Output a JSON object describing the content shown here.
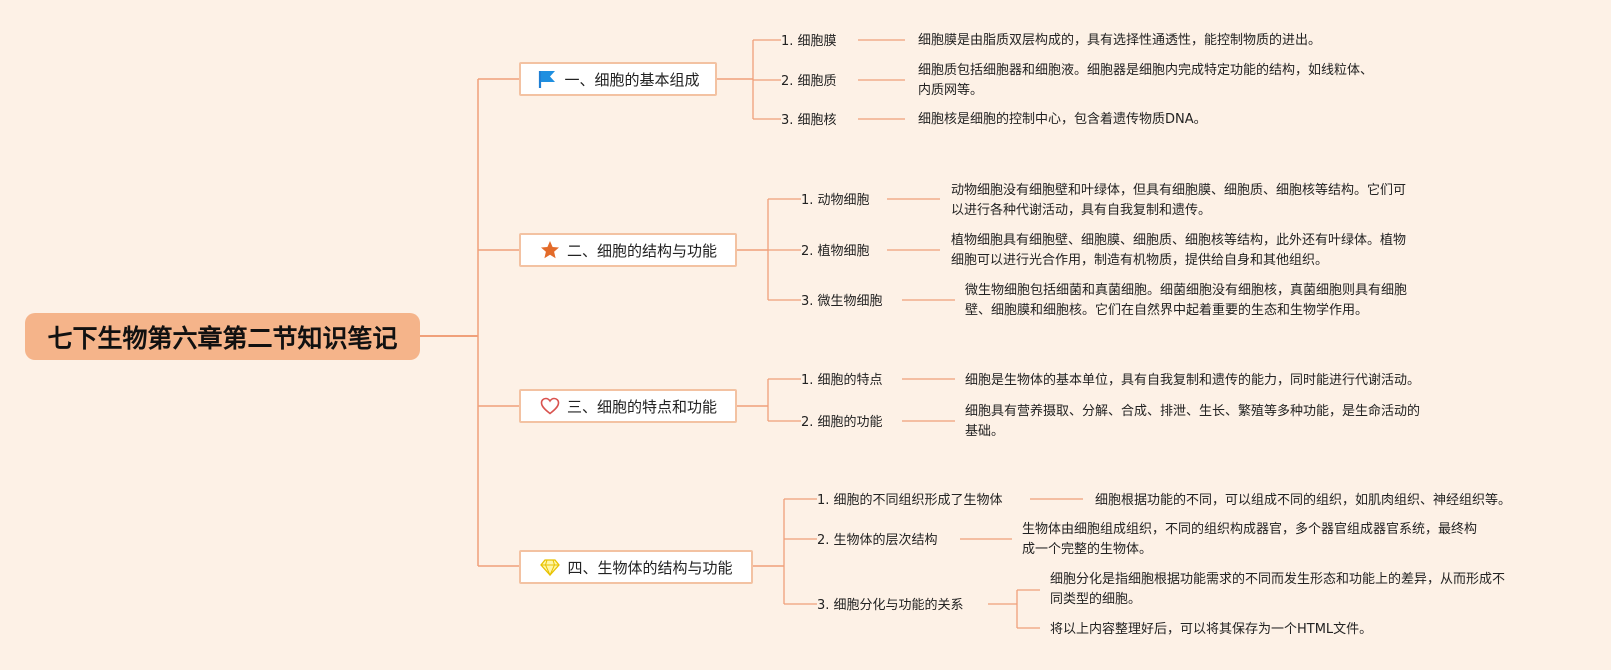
{
  "root": {
    "title": "七下生物第六章第二节知识笔记"
  },
  "branches": [
    {
      "title": "一、细胞的基本组成",
      "icon": "flag-icon",
      "items": [
        {
          "label": "1. 细胞膜",
          "desc": "细胞膜是由脂质双层构成的，具有选择性通透性，能控制物质的进出。"
        },
        {
          "label": "2. 细胞质",
          "desc": "细胞质包括细胞器和细胞液。细胞器是细胞内完成特定功能的结构，如线粒体、\n内质网等。"
        },
        {
          "label": "3. 细胞核",
          "desc": "细胞核是细胞的控制中心，包含着遗传物质DNA。"
        }
      ]
    },
    {
      "title": "二、细胞的结构与功能",
      "icon": "star-icon",
      "items": [
        {
          "label": "1. 动物细胞",
          "desc": "动物细胞没有细胞壁和叶绿体，但具有细胞膜、细胞质、细胞核等结构。它们可\n以进行各种代谢活动，具有自我复制和遗传。"
        },
        {
          "label": "2. 植物细胞",
          "desc": "植物细胞具有细胞壁、细胞膜、细胞质、细胞核等结构，此外还有叶绿体。植物\n细胞可以进行光合作用，制造有机物质，提供给自身和其他组织。"
        },
        {
          "label": "3. 微生物细胞",
          "desc": "微生物细胞包括细菌和真菌细胞。细菌细胞没有细胞核，真菌细胞则具有细胞\n壁、细胞膜和细胞核。它们在自然界中起着重要的生态和生物学作用。"
        }
      ]
    },
    {
      "title": "三、细胞的特点和功能",
      "icon": "heart-icon",
      "items": [
        {
          "label": "1. 细胞的特点",
          "desc": "细胞是生物体的基本单位，具有自我复制和遗传的能力，同时能进行代谢活动。"
        },
        {
          "label": "2. 细胞的功能",
          "desc": "细胞具有营养摄取、分解、合成、排泄、生长、繁殖等多种功能，是生命活动的\n基础。"
        }
      ]
    },
    {
      "title": "四、生物体的结构与功能",
      "icon": "diamond-icon",
      "items": [
        {
          "label": "1. 细胞的不同组织形成了生物体",
          "desc": "细胞根据功能的不同，可以组成不同的组织，如肌肉组织、神经组织等。"
        },
        {
          "label": "2. 生物体的层次结构",
          "desc": "生物体由细胞组成组织，不同的组织构成器官，多个器官组成器官系统，最终构\n成一个完整的生物体。"
        },
        {
          "label": "3. 细胞分化与功能的关系",
          "desc": "细胞分化是指细胞根据功能需求的不同而发生形态和功能上的差异，从而形成不\n同类型的细胞。",
          "desc2": "将以上内容整理好后，可以将其保存为一个HTML文件。"
        }
      ]
    }
  ],
  "colors": {
    "line": "#f0a07a",
    "accent": "#f5b48a",
    "background": "#fdf1e6"
  }
}
